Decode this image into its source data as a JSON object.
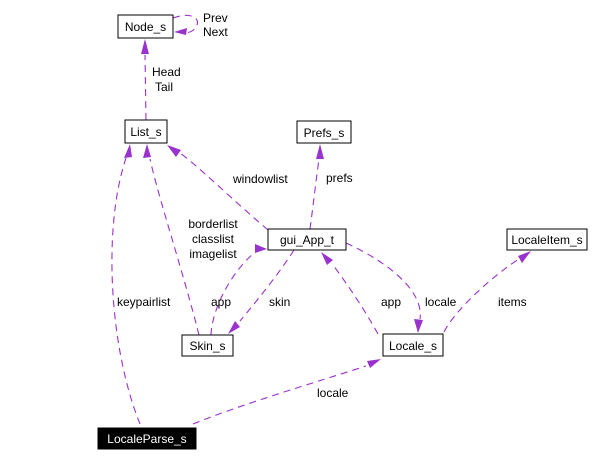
{
  "diagram": {
    "kind": "collaboration-diagram",
    "colors": {
      "edge": "#9a32cd",
      "node_border": "#000000",
      "node_fill": "#ffffff",
      "node_text": "#000000",
      "current_node_fill": "#000000",
      "current_node_text": "#ffffff",
      "background": "#ffffff"
    },
    "nodes": [
      {
        "label": "Node_s",
        "current": false
      },
      {
        "label": "List_s",
        "current": false
      },
      {
        "label": "Prefs_s",
        "current": false
      },
      {
        "label": "gui_App_t",
        "current": false
      },
      {
        "label": "LocaleItem_s",
        "current": false
      },
      {
        "label": "Skin_s",
        "current": false
      },
      {
        "label": "Locale_s",
        "current": false
      },
      {
        "label": "LocaleParse_s",
        "current": true
      }
    ],
    "edges": [
      {
        "from": "Node_s",
        "to": "Node_s",
        "labels": [
          "Prev",
          "Next"
        ]
      },
      {
        "from": "List_s",
        "to": "Node_s",
        "labels": [
          "Head",
          "Tail"
        ]
      },
      {
        "from": "LocaleParse_s",
        "to": "List_s",
        "labels": [
          "keypairlist"
        ]
      },
      {
        "from": "Skin_s",
        "to": "List_s",
        "labels": [
          "borderlist",
          "classlist",
          "imagelist"
        ]
      },
      {
        "from": "gui_App_t",
        "to": "List_s",
        "labels": [
          "windowlist"
        ]
      },
      {
        "from": "gui_App_t",
        "to": "Prefs_s",
        "labels": [
          "prefs"
        ]
      },
      {
        "from": "Skin_s",
        "to": "gui_App_t",
        "labels": [
          "app"
        ]
      },
      {
        "from": "gui_App_t",
        "to": "Skin_s",
        "labels": [
          "skin"
        ]
      },
      {
        "from": "Locale_s",
        "to": "gui_App_t",
        "labels": [
          "app"
        ]
      },
      {
        "from": "gui_App_t",
        "to": "Locale_s",
        "labels": [
          "locale"
        ]
      },
      {
        "from": "Locale_s",
        "to": "LocaleItem_s",
        "labels": [
          "items"
        ]
      },
      {
        "from": "LocaleParse_s",
        "to": "Locale_s",
        "labels": [
          "locale"
        ]
      }
    ]
  }
}
